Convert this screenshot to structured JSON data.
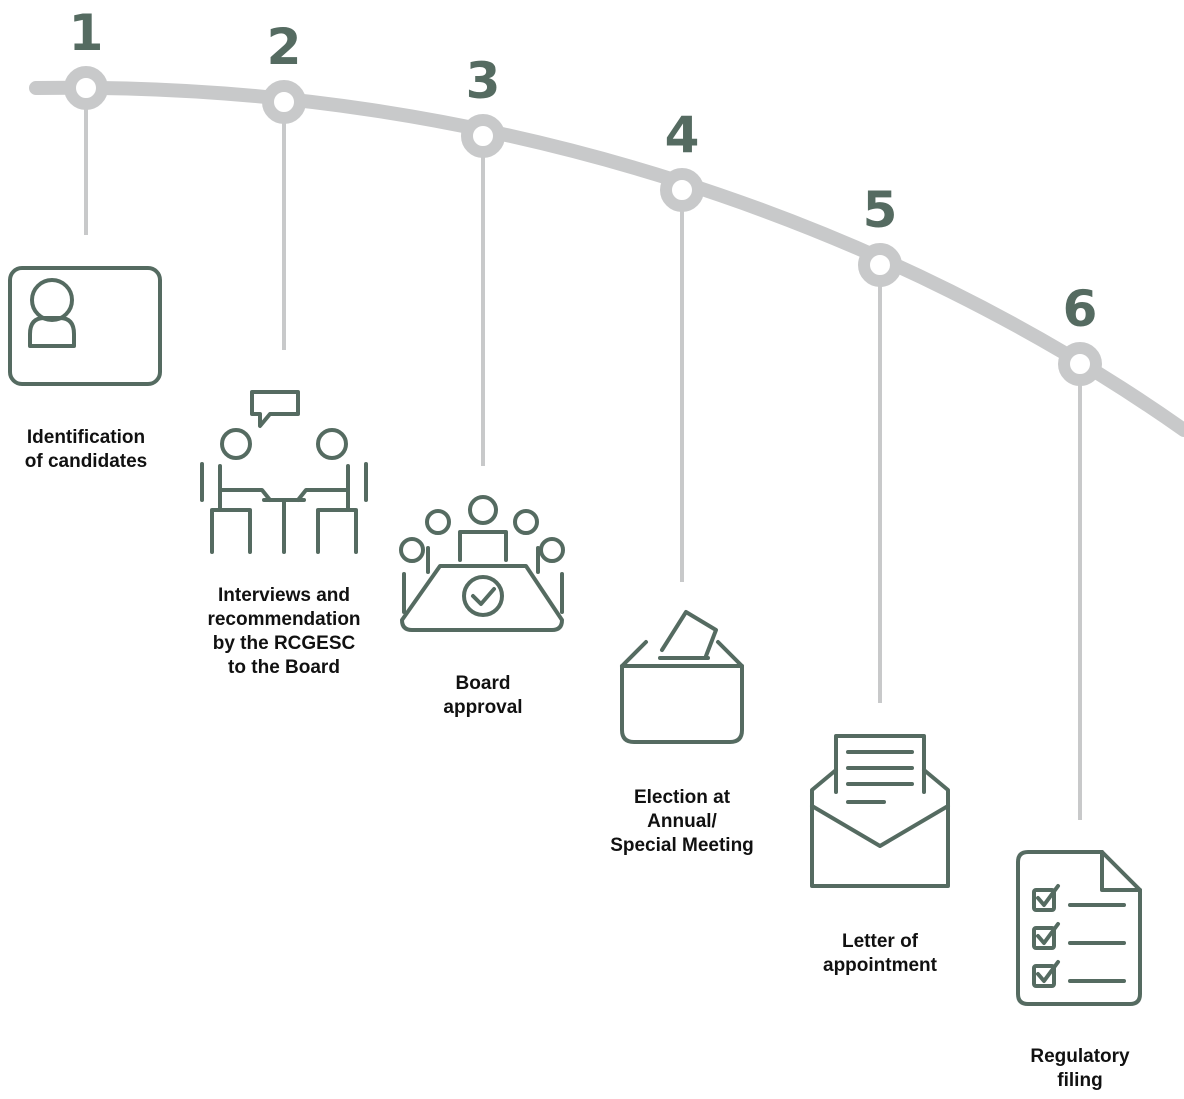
{
  "steps": [
    {
      "number": "1",
      "label": "Identification\nof candidates",
      "icon": "id-card-icon"
    },
    {
      "number": "2",
      "label": "Interviews and\nrecommendation\nby the RCGESC\nto the Board",
      "icon": "interview-icon"
    },
    {
      "number": "3",
      "label": "Board\napproval",
      "icon": "board-meeting-icon"
    },
    {
      "number": "4",
      "label": "Election at\nAnnual/\nSpecial Meeting",
      "icon": "ballot-box-icon"
    },
    {
      "number": "5",
      "label": "Letter of\nappointment",
      "icon": "envelope-letter-icon"
    },
    {
      "number": "6",
      "label": "Regulatory\nfiling",
      "icon": "checklist-document-icon"
    }
  ],
  "colors": {
    "accent": "#556b61",
    "track": "#c8c9ca",
    "label_text": "#111111"
  }
}
